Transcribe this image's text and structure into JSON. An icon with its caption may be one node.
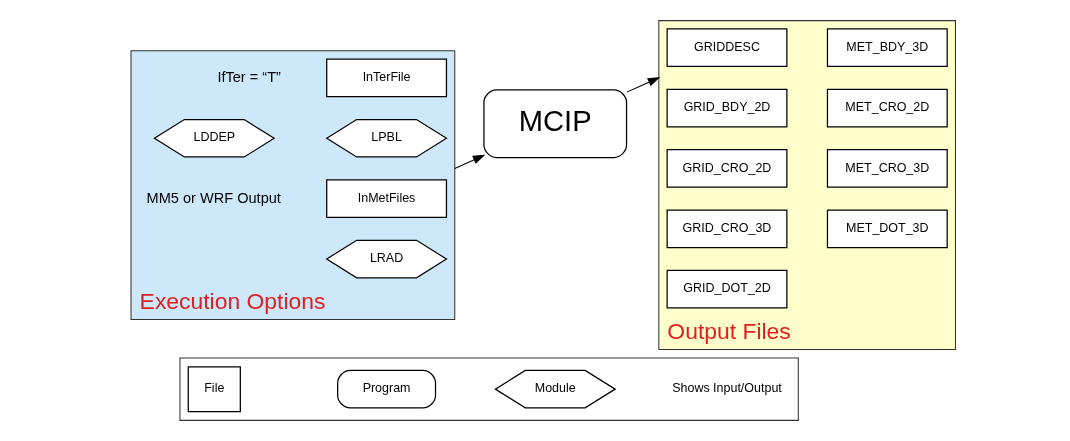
{
  "diagram": {
    "nodes": [
      {
        "text": [
          "Execution Options"
        ]
      },
      {
        "text": [
          "InMetFiles"
        ],
        "in": 0,
        "beside": [
          "MM5 or WRF Output"
        ]
      },
      {
        "text": [
          "InTerFile"
        ],
        "in": 0,
        "beside": [
          "IfTer = “T”"
        ]
      },
      {
        "text": [
          "LDDEP"
        ],
        "in": 0
      },
      {
        "text": [
          "LPBL"
        ],
        "in": 0
      },
      {
        "text": [
          "LRAD"
        ],
        "in": 0
      },
      {
        "text": [
          "MCIP"
        ]
      },
      {
        "text": [
          "Output Files"
        ]
      },
      {
        "text": [
          "GRIDDESC"
        ],
        "in": 7
      },
      {
        "text": [
          "MET_BDY_3D"
        ],
        "in": 7
      },
      {
        "text": [
          "GRID_BDY_2D"
        ],
        "in": 7
      },
      {
        "text": [
          "MET_CRO_2D"
        ],
        "in": 7
      },
      {
        "text": [
          "GRID_CRO_2D"
        ],
        "in": 7
      },
      {
        "text": [
          "MET_CRO_3D"
        ],
        "in": 7
      },
      {
        "text": [
          "GRID_CRO_3D"
        ],
        "in": 7
      },
      {
        "text": [
          "MET_DOT_3D"
        ],
        "in": 7
      },
      {
        "text": [
          "GRID_DOT_2D"
        ],
        "in": 7
      },
      {
        "text": [],
        "shape": "box"
      },
      {
        "text": [
          "File"
        ],
        "in": 17
      },
      {
        "text": [
          "Program"
        ],
        "in": 17
      },
      {
        "text": [
          "Module"
        ],
        "in": 17
      }
    ],
    "labels": [
      "Shows Input/Output"
    ],
    "edges": [
      {
        "from": 0,
        "to": 6,
        "arrow": "to"
      },
      {
        "from": 6,
        "to": 7,
        "arrow": "to"
      }
    ]
  }
}
